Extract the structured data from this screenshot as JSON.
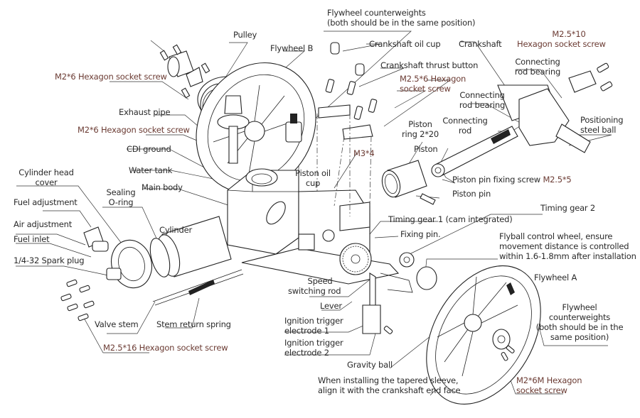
{
  "diagram": {
    "title": "Engine exploded view",
    "accent_colors": {
      "label_text": "#2a2a2a",
      "screw_spec_text": "#6b3b33",
      "line_art": "#222222"
    },
    "labels": {
      "pulley": "Pulley",
      "flywheel_b": "Flywheel B",
      "flywheel_counterweights_top_1": "Flywheel counterweights",
      "flywheel_counterweights_top_2": "(both should be in the same position)",
      "crankshaft_oil_cup": "Crankshaft oil cup",
      "crankshaft": "Crankshaft",
      "m25x10_1": "M2.5*10",
      "m25x10_2": "Hexagon socket screw",
      "m2x6_screw_1": "M2*6 Hexagon socket screw",
      "crankshaft_thrust_button": "Crankshaft thrust button",
      "connecting_rod_bearing_a_1": "Connecting",
      "connecting_rod_bearing_a_2": "rod bearing",
      "m25x6_1": "M2.5*6 Hexagon",
      "m25x6_2": "socket screw",
      "connecting_rod_bearing_b_1": "Connecting",
      "connecting_rod_bearing_b_2": "rod bearing",
      "exhaust_pipe": "Exhaust pipe",
      "connecting_rod_1": "Connecting",
      "connecting_rod_2": "rod",
      "positioning_steel_ball_1": "Positioning",
      "positioning_steel_ball_2": "steel ball",
      "m2x6_screw_2": "M2*6 Hexagon socket screw",
      "piston_ring_1": "Piston",
      "piston_ring_2": "ring 2*20",
      "m3x4": "M3*4",
      "cdi_ground": "CDI ground",
      "piston": "Piston",
      "water_tank": "Water tank",
      "piston_oil_cup_1": "Piston oil",
      "piston_oil_cup_2": "cup",
      "piston_pin_fixing_screw": "Piston pin fixing screw",
      "piston_pin_fixing_screw_spec": "M2.5*5",
      "cylinder_head_cover_1": "Cylinder head",
      "cylinder_head_cover_2": "cover",
      "sealing_oring_1": "Sealing",
      "sealing_oring_2": "O-ring",
      "main_body": "Main body",
      "piston_pin": "Piston pin",
      "fuel_adjustment": "Fuel adjustment",
      "timing_gear_2": "Timing gear 2",
      "timing_gear_1": "Timing gear 1 (cam integrated)",
      "air_adjustment": "Air adjustment",
      "cylinder": "Cylinder",
      "fixing_pin": "Fixing pin.",
      "flyball_1": "Flyball control wheel, ensure",
      "flyball_2": "movement distance is controlled",
      "flyball_3": "within 1.6-1.8mm after installation",
      "fuel_inlet": "Fuel inlet",
      "spark_plug": "1/4-32 Spark plug",
      "flywheel_a": "Flywheel A",
      "speed_switching_rod_1": "Speed",
      "speed_switching_rod_2": "switching rod",
      "lever": "Lever",
      "flywheel_counterweights_bottom_1": "Flywheel",
      "flywheel_counterweights_bottom_2": "counterweights",
      "flywheel_counterweights_bottom_3": "(both should be in the",
      "flywheel_counterweights_bottom_4": "same position)",
      "valve_stem": "Valve stem",
      "stem_return_spring": "Stem return spring",
      "ignition_trigger_1_a": "Ignition trigger",
      "ignition_trigger_1_b": "electrode 1",
      "ignition_trigger_2_a": "Ignition trigger",
      "ignition_trigger_2_b": "electrode 2",
      "m25x16": "M2.5*16 Hexagon socket screw",
      "gravity_ball": "Gravity ball",
      "tapered_sleeve_1": "When installing the tapered sleeve,",
      "tapered_sleeve_2": "align it with the crankshaft end face",
      "m2x6m_1": "M2*6M Hexagon",
      "m2x6m_2": "socket screw"
    }
  }
}
